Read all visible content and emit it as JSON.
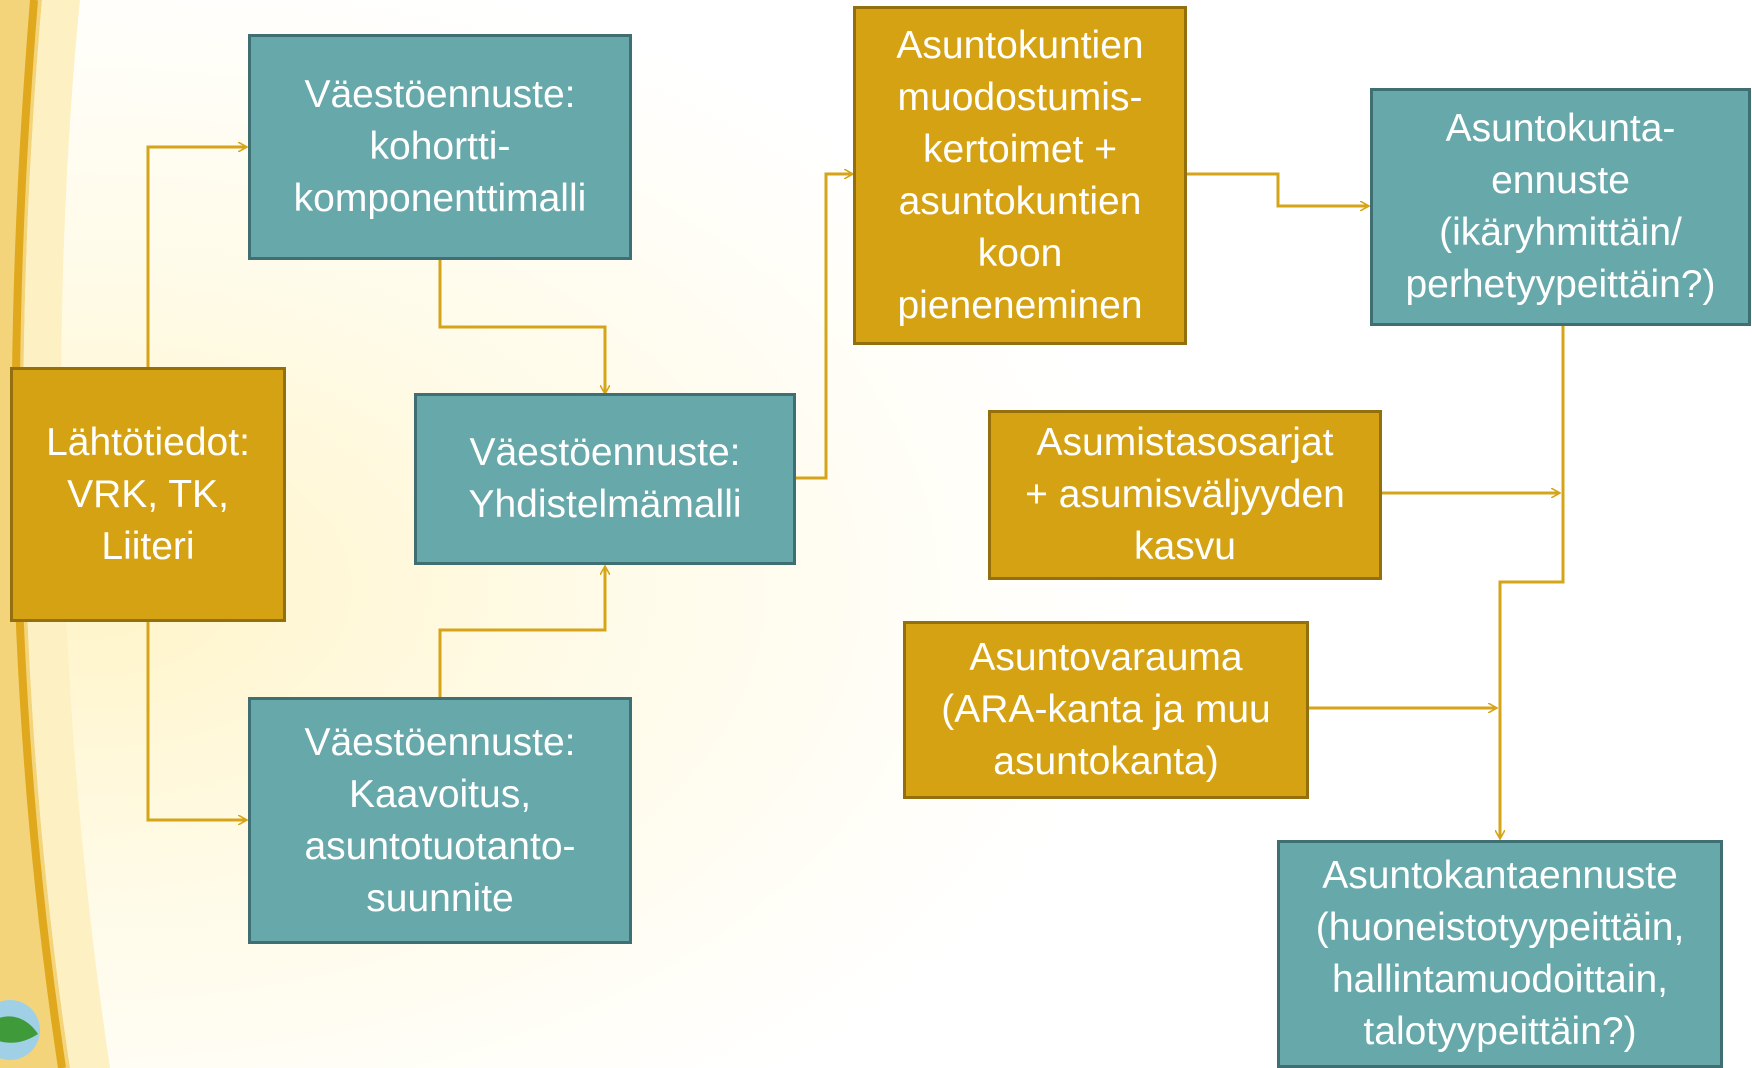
{
  "colors": {
    "teal": "#67a8aa",
    "gold": "#d4a213",
    "connector": "#d6a419"
  },
  "nodes": {
    "lahtotiedot": [
      "Lähtötiedot:",
      "VRK, TK,",
      "Liiteri"
    ],
    "kohortti": [
      "Väestöennuste:",
      "kohortti-",
      "komponenttimalli"
    ],
    "yhdistelma": [
      "Väestöennuste:",
      "Yhdistelmämalli"
    ],
    "kaavoitus": [
      "Väestöennuste:",
      "Kaavoitus,",
      "asuntotuotanto-",
      "suunnite"
    ],
    "muodostumis": [
      "Asuntokuntien",
      "muodostumis-",
      "kertoimet +",
      "asuntokuntien",
      "koon",
      "pieneneminen"
    ],
    "asuntokunta": [
      "Asuntokunta-",
      "ennuste",
      "(ikäryhmittäin/",
      "perhetyypeittäin?)"
    ],
    "asumistaso": [
      "Asumistasosarjat",
      "+ asumisväljyyden",
      "kasvu"
    ],
    "asuntovarauma": [
      "Asuntovarauma",
      "(ARA-kanta ja muu",
      "asuntokanta)"
    ],
    "asuntokanta": [
      "Asuntokantaennuste",
      "(huoneistotyypeittäin,",
      "hallintamuodoittain,",
      "talotyypeittäin?)"
    ]
  },
  "edges": [
    {
      "from": "lahtotiedot",
      "to": "kohortti"
    },
    {
      "from": "lahtotiedot",
      "to": "kaavoitus"
    },
    {
      "from": "kohortti",
      "to": "yhdistelma"
    },
    {
      "from": "kaavoitus",
      "to": "yhdistelma"
    },
    {
      "from": "yhdistelma",
      "to": "muodostumis"
    },
    {
      "from": "muodostumis",
      "to": "asuntokunta"
    },
    {
      "from": "asuntokunta",
      "to": "asuntokanta"
    },
    {
      "from": "asumistaso",
      "to": "asuntokanta"
    },
    {
      "from": "asuntovarauma",
      "to": "asuntokanta"
    }
  ]
}
